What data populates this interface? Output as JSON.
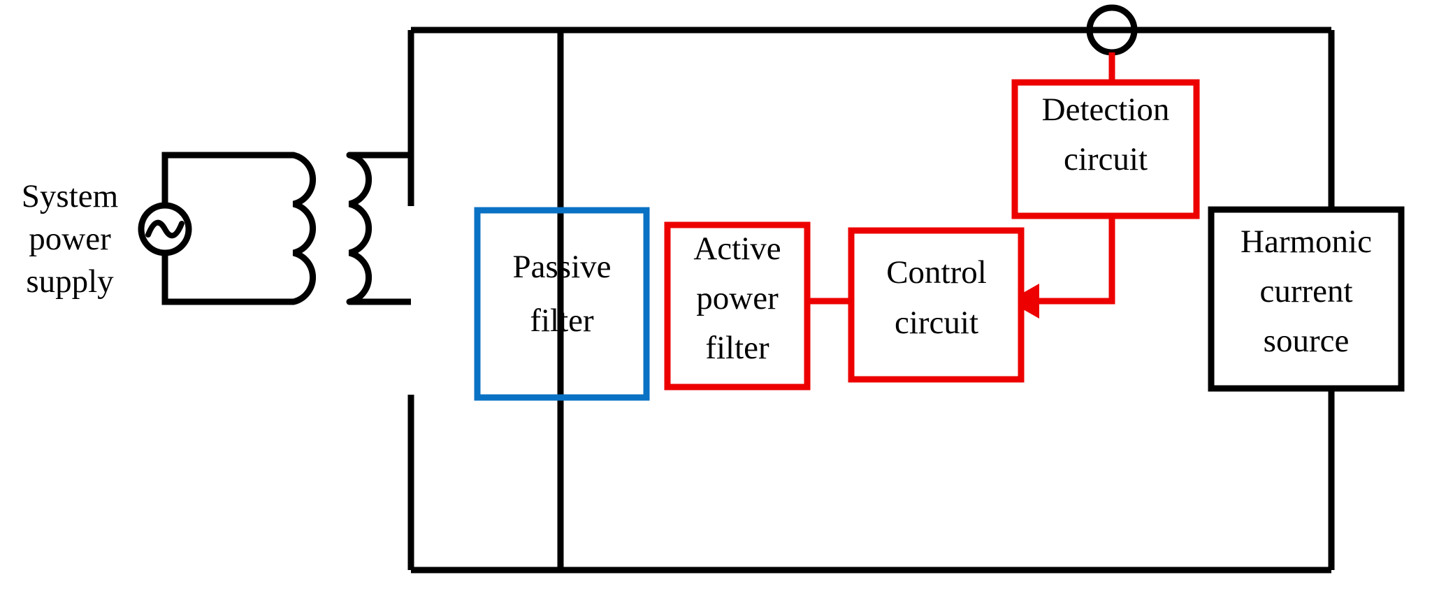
{
  "diagram": {
    "title": "Hybrid active power filter system single-line block diagram",
    "colors": {
      "wire_black": "#000000",
      "control_red": "#EC0000",
      "passive_blue": "#0A72C4",
      "background": "#FFFFFF"
    },
    "source": {
      "label_lines": [
        "System",
        "power",
        "supply"
      ],
      "symbol": "ac-source-sine"
    },
    "transformer": {
      "symbol": "two-winding-transformer",
      "primary_turns": 3,
      "secondary_turns": 3
    },
    "sensor": {
      "symbol": "current-transducer-ring",
      "label": ""
    },
    "blocks": [
      {
        "id": "passive-filter",
        "label_lines": [
          "Passive",
          "filter"
        ],
        "border_color": "#0A72C4"
      },
      {
        "id": "active-power-filter",
        "label_lines": [
          "Active",
          "power",
          "filter"
        ],
        "border_color": "#EC0000"
      },
      {
        "id": "control-circuit",
        "label_lines": [
          "Control",
          "circuit"
        ],
        "border_color": "#EC0000"
      },
      {
        "id": "detection-circuit",
        "label_lines": [
          "Detection",
          "circuit"
        ],
        "border_color": "#EC0000"
      },
      {
        "id": "harmonic-current-source",
        "label_lines": [
          "Harmonic",
          "current",
          "source"
        ],
        "border_color": "#000000"
      }
    ],
    "signal_flow": [
      {
        "from": "sensor",
        "to": "detection-circuit",
        "color": "#EC0000",
        "arrow": false
      },
      {
        "from": "detection-circuit",
        "to": "control-circuit",
        "color": "#EC0000",
        "arrow": true
      },
      {
        "from": "control-circuit",
        "to": "active-power-filter",
        "color": "#EC0000",
        "arrow": true
      }
    ]
  }
}
